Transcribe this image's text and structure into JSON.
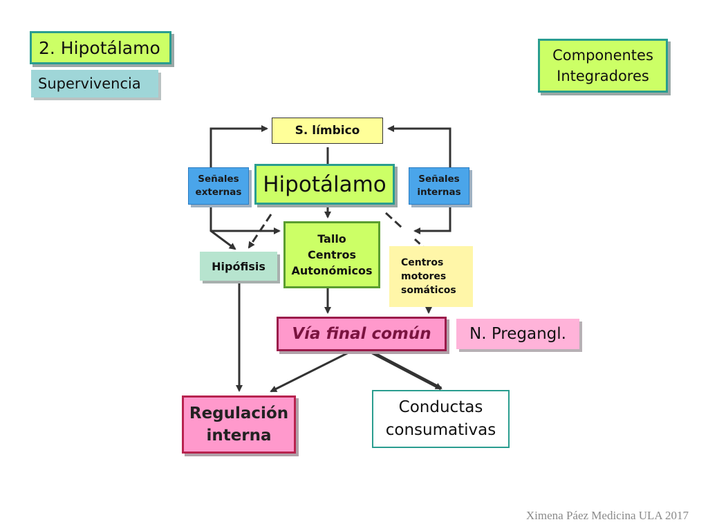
{
  "title": "2. Hipotálamo",
  "subtitle": "Supervivencia",
  "components": [
    "Componentes",
    "Integradores"
  ],
  "nodes": {
    "limbico": "S. límbico",
    "hipotalamo": "Hipotálamo",
    "senales_externas": [
      "Señales",
      "externas"
    ],
    "senales_internas": [
      "Señales",
      "internas"
    ],
    "tallo": [
      "Tallo",
      "Centros",
      "Autonómicos"
    ],
    "hipofisis": "Hipófisis",
    "centros_motores": [
      "Centros",
      "motores",
      "somáticos"
    ],
    "via_final": "Vía final común",
    "pregangl": "N. Pregangl.",
    "regulacion": [
      "Regulación",
      "interna"
    ],
    "conductas": [
      "Conductas",
      "consumativas"
    ]
  },
  "footer": "Ximena Páez Medicina ULA 2017",
  "colors": {
    "green_box": "#ccff66",
    "teal_border": "#2a9d8f",
    "blue_box": "#4aa5ea",
    "pink_box": "#ff99cc",
    "yellow_box": "#ffff99",
    "arrow": "#333333"
  }
}
